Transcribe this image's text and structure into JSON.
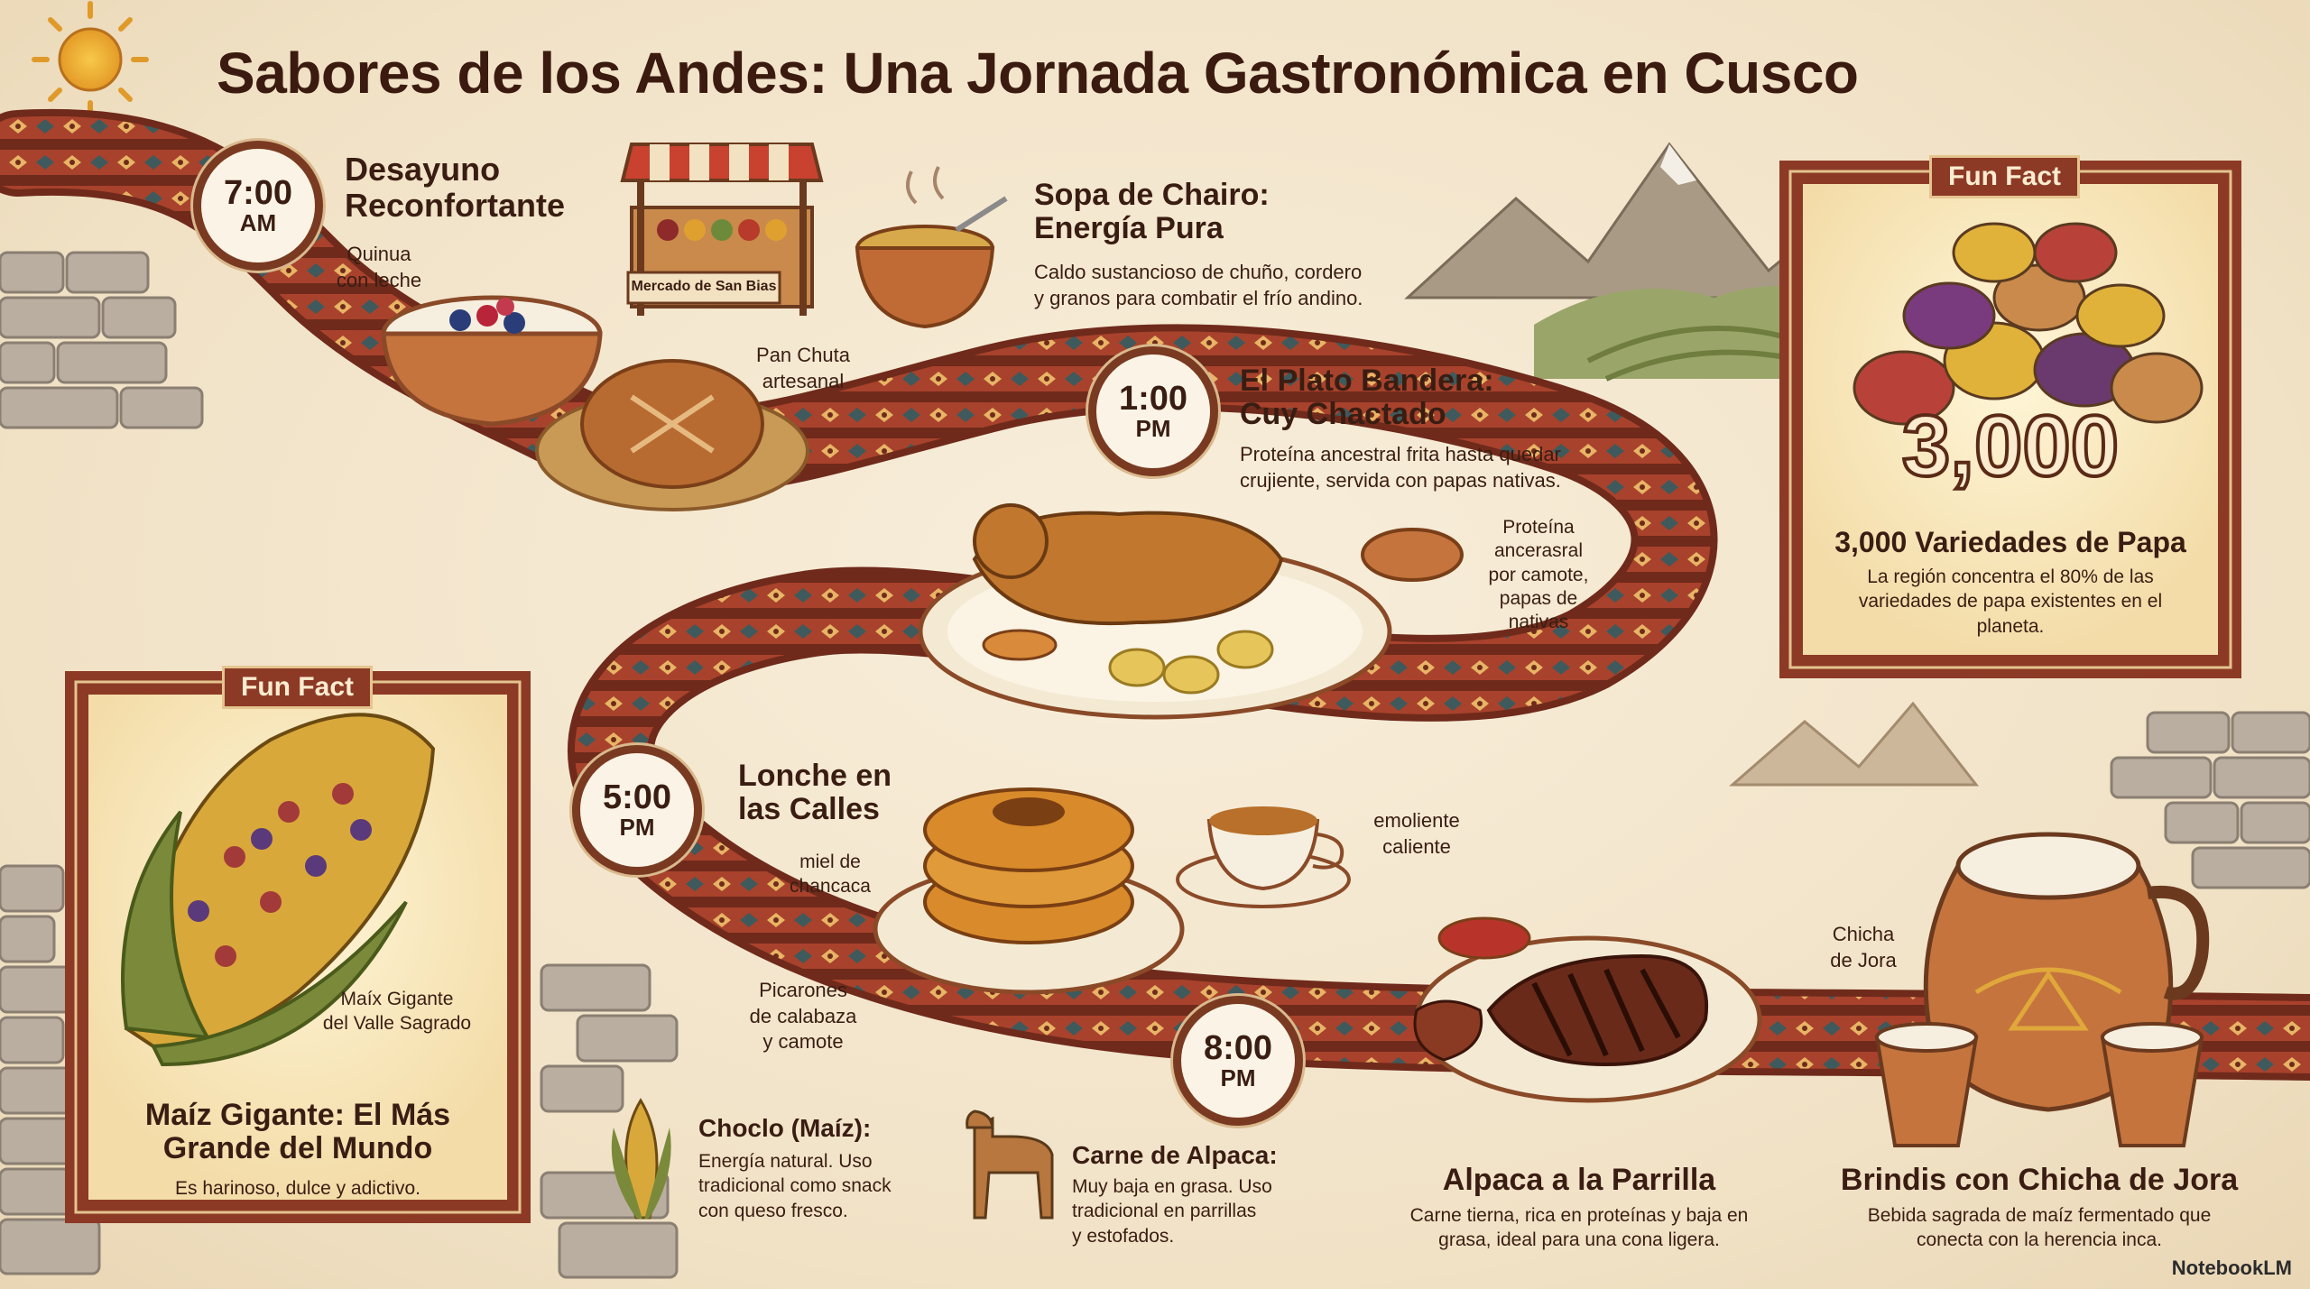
{
  "title": "Sabores de los Andes: Una Jornada Gastronómica en Cusco",
  "breakfast": {
    "time": "7:00",
    "ampm": "AM",
    "heading_line1": "Desayuno",
    "heading_line2": "Reconfortante",
    "quinua_line1": "Quinua",
    "quinua_line2": "con leche",
    "pan_line1": "Pan Chuta",
    "pan_line2": "artesanal",
    "market_sign": "Mercado de San Bias"
  },
  "soup": {
    "heading_line1": "Sopa de Chairo:",
    "heading_line2": "Energía Pura",
    "desc_line1": "Caldo sustancioso de chuño, cordero",
    "desc_line2": "y granos para combatir el frío andino."
  },
  "lunch": {
    "time": "1:00",
    "ampm": "PM",
    "heading_line1": "El Plato Bandera:",
    "heading_line2": "Cuy Chactado",
    "desc_line1": "Proteína ancestral frita hasta quedar",
    "desc_line2": "crujiente, servida con papas nativas.",
    "side_note": [
      "Proteína",
      "ancerasral",
      "por camote,",
      "papas de",
      "nativas"
    ]
  },
  "potato_fact": {
    "tag": "Fun Fact",
    "number": "3,000",
    "heading": "3,000 Variedades de Papa",
    "desc_line1": "La región concentra el 80% de las",
    "desc_line2": "variedades de papa existentes en el",
    "desc_line3": "planeta."
  },
  "corn_fact": {
    "tag": "Fun Fact",
    "caption_line1": "Maíx Gigante",
    "caption_line2": "del Valle Sagrado",
    "heading_line1": "Maíz Gigante: El Más",
    "heading_line2": "Grande del Mundo",
    "desc": "Es harinoso, dulce y adictivo."
  },
  "snack": {
    "time": "5:00",
    "ampm": "PM",
    "heading_line1": "Lonche en",
    "heading_line2": "las Calles",
    "miel_line1": "miel de",
    "miel_line2": "chancaca",
    "picarones": [
      "Picarones",
      "de calabaza",
      "y camote"
    ],
    "emoliente_line1": "emoliente",
    "emoliente_line2": "caliente"
  },
  "dinner": {
    "time": "8:00",
    "ampm": "PM",
    "heading": "Alpaca a la Parrilla",
    "desc_line1": "Carne tierna, rica en proteínas y baja en",
    "desc_line2": "grasa, ideal para una cona ligera."
  },
  "choclo": {
    "heading": "Choclo (Maíz):",
    "desc": [
      "Energía natural. Uso",
      "tradicional como snack",
      "con queso fresco."
    ]
  },
  "alpaca": {
    "heading": "Carne de Alpaca:",
    "desc": [
      "Muy baja en grasa. Uso",
      "tradicional en parrillas",
      "y estofados."
    ]
  },
  "chicha": {
    "label_line1": "Chicha",
    "label_line2": "de Jora",
    "heading": "Brindis con Chicha de Jora",
    "desc_line1": "Bebida sagrada de maíz fermentado que",
    "desc_line2": "conecta con la herencia inca."
  },
  "branding": "NotebookLM",
  "colors": {
    "accent": "#7a3a22",
    "frame": "#8c3a26",
    "background": "#f3e7d0",
    "text": "#3a1d12"
  }
}
